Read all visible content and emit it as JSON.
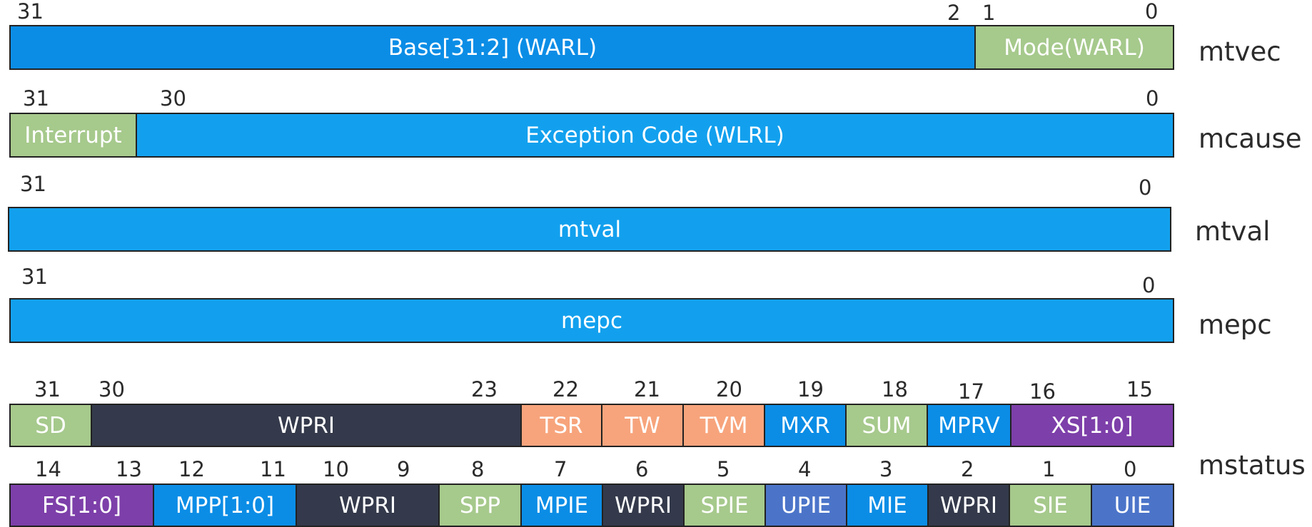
{
  "registers": {
    "mtvec": {
      "name": "mtvec",
      "bits": [
        "31",
        "2",
        "1",
        "0"
      ],
      "fields": [
        "Base[31:2] (WARL)",
        "Mode(WARL)"
      ]
    },
    "mcause": {
      "name": "mcause",
      "bits": [
        "31",
        "30",
        "0"
      ],
      "fields": [
        "Interrupt",
        "Exception Code (WLRL)"
      ]
    },
    "mtval": {
      "name": "mtval",
      "bits": [
        "31",
        "0"
      ],
      "fields": [
        "mtval"
      ]
    },
    "mepc": {
      "name": "mepc",
      "bits": [
        "31",
        "0"
      ],
      "fields": [
        "mepc"
      ]
    },
    "mstatus": {
      "name": "mstatus",
      "upper_bits": [
        "31",
        "30",
        "23",
        "22",
        "21",
        "20",
        "19",
        "18",
        "17",
        "16",
        "15"
      ],
      "upper_fields": [
        "SD",
        "WPRI",
        "TSR",
        "TW",
        "TVM",
        "MXR",
        "SUM",
        "MPRV",
        "XS[1:0]"
      ],
      "lower_bits": [
        "14",
        "13",
        "12",
        "11",
        "10",
        "9",
        "8",
        "7",
        "6",
        "5",
        "4",
        "3",
        "2",
        "1",
        "0"
      ],
      "lower_fields": [
        "FS[1:0]",
        "MPP[1:0]",
        "WPRI",
        "SPP",
        "MPIE",
        "WPRI",
        "SPIE",
        "UPIE",
        "MIE",
        "WPRI",
        "SIE",
        "UIE"
      ]
    }
  },
  "colors": {
    "blue": "#0b8de6",
    "sky_blue": "#12a0ee",
    "green": "#a6c98c",
    "dark": "#343a4b",
    "orange": "#f7a47c",
    "purple": "#7d3fa9",
    "steel_blue": "#4b74c9"
  }
}
